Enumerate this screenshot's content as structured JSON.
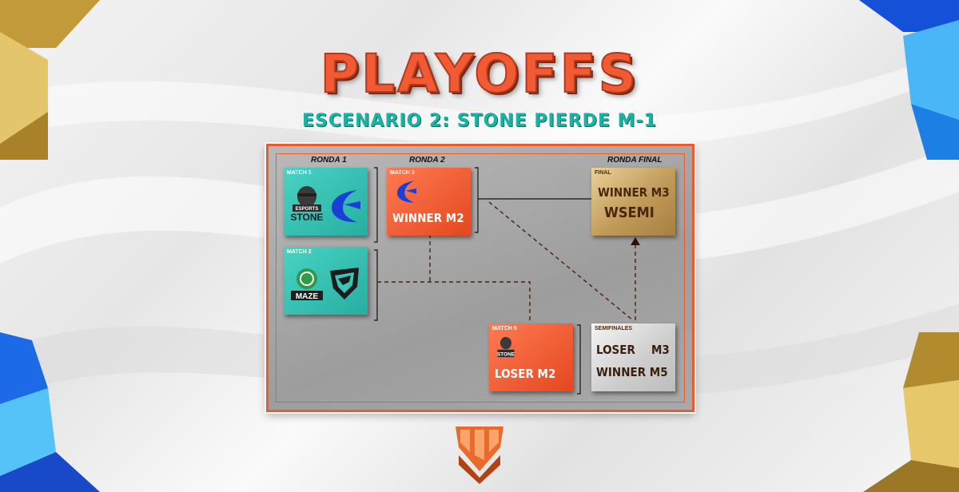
{
  "header": {
    "title": "PLAYOFFS",
    "subtitle": "ESCENARIO 2: STONE PIERDE M-1"
  },
  "rounds": {
    "r1": "RONDA 1",
    "r2": "RONDA 2",
    "final": "RONDA FINAL"
  },
  "matches": {
    "m1": {
      "label": "MATCH 1",
      "team_a_logo_text": "STONE",
      "team_a_top_text": "ESPORTS"
    },
    "m2": {
      "label": "MATCH 2",
      "team_a_logo_text": "MAZE"
    },
    "m3": {
      "label": "MATCH 3",
      "line1": "WINNER M2"
    },
    "m5": {
      "label": "MATCH 5",
      "logo_text": "STONE",
      "line1": "LOSER M2"
    },
    "semis": {
      "label": "SEMIFINALES",
      "line1a": "LOSER",
      "line1b": "M3",
      "line2": "WINNER M5"
    },
    "final": {
      "label": "FINAL",
      "line1": "WINNER M3",
      "line2": "WSEMI"
    }
  },
  "colors": {
    "accent": "#ec5a30",
    "teal": "#27aea1",
    "gold": "#c19a58",
    "title": "#f25a34"
  },
  "icons": [
    "crescent-team-logo-icon",
    "stone-gorilla-logo-icon",
    "maze-logo-icon",
    "panther-logo-icon",
    "brand-emblem-icon"
  ]
}
